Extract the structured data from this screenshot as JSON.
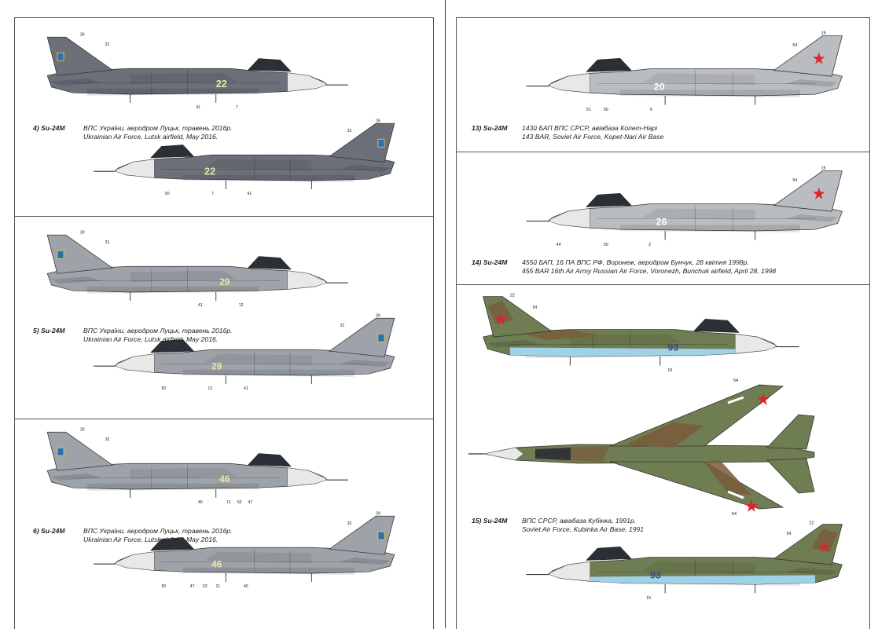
{
  "left_page": {
    "profiles": [
      {
        "title": "4) Su-24M",
        "line1": "ВПС України, аеродром Луцьк, травень 2016р.",
        "line2": "Ukrainian Air Force, Lutsk airfield, May 2016.",
        "board_number": "22",
        "callouts_upper": [
          "26",
          "31",
          "7",
          "41"
        ],
        "callouts_lower": [
          "26",
          "31",
          "50",
          "7",
          "41"
        ]
      },
      {
        "title": "5) Su-24M",
        "line1": "ВПС України, аеродром Луцьк, травень 2016р.",
        "line2": "Ukrainian Air Force, Lutsk airfield, May 2016.",
        "board_number": "29",
        "callouts_upper": [
          "30",
          "31",
          "41",
          "12"
        ],
        "callouts_lower": [
          "30",
          "31",
          "50",
          "12",
          "41"
        ]
      },
      {
        "title": "6) Su-24M",
        "line1": "ВПС України, аеродром Луцьк, травень 2016р.",
        "line2": "Ukrainian Air Force, Lutsk airfield, May 2016.",
        "board_number": "46",
        "callouts_upper": [
          "29",
          "32",
          "40",
          "11",
          "52",
          "47"
        ],
        "callouts_lower": [
          "29",
          "32",
          "50",
          "47",
          "52",
          "11",
          "40"
        ]
      }
    ]
  },
  "right_page": {
    "profiles": [
      {
        "title": "13) Su-24M",
        "line1": "143й БАП ВПС СРСР, авіабаза Копет-Нарі",
        "line2": "143 BAR, Soviet Air Force, Kopet-Nari Air Base",
        "board_number": "20",
        "callouts": [
          "19",
          "54",
          "51",
          "50",
          "6"
        ]
      },
      {
        "title": "14) Su-24M",
        "line1": "455й БАП, 16 ПА ВПС РФ, Воронеж, аеродром Бунчук, 28 квітня 1998р.",
        "line2": "455 BAR 16th Air Army Russian Air Force, Voronezh, Bunchuk airfield, April 28, 1998",
        "board_number": "26",
        "callouts": [
          "16",
          "54",
          "44",
          "50",
          "2"
        ]
      },
      {
        "title": "15) Su-24M",
        "line1": "ВПС СРСР, авіабаза Кубінка, 1991р.",
        "line2": "Soviet Air Force, Kubinka Air Base, 1991",
        "board_number": "93",
        "callouts_top": [
          "22",
          "54",
          "15"
        ],
        "callouts_plan": [
          "54",
          "54"
        ],
        "callouts_bottom": [
          "22",
          "54",
          "15"
        ]
      }
    ]
  },
  "colors": {
    "ua_dark_grey": "#6b7079",
    "ua_light_grey": "#9ea3aa",
    "soviet_grey": "#b9bcc0",
    "camo_green": "#5d7a4a",
    "camo_brown": "#7a5a3c",
    "underside_blue": "#9fd2e8",
    "star_red": "#d9252b",
    "number_yellow": "#e8e4a8"
  }
}
